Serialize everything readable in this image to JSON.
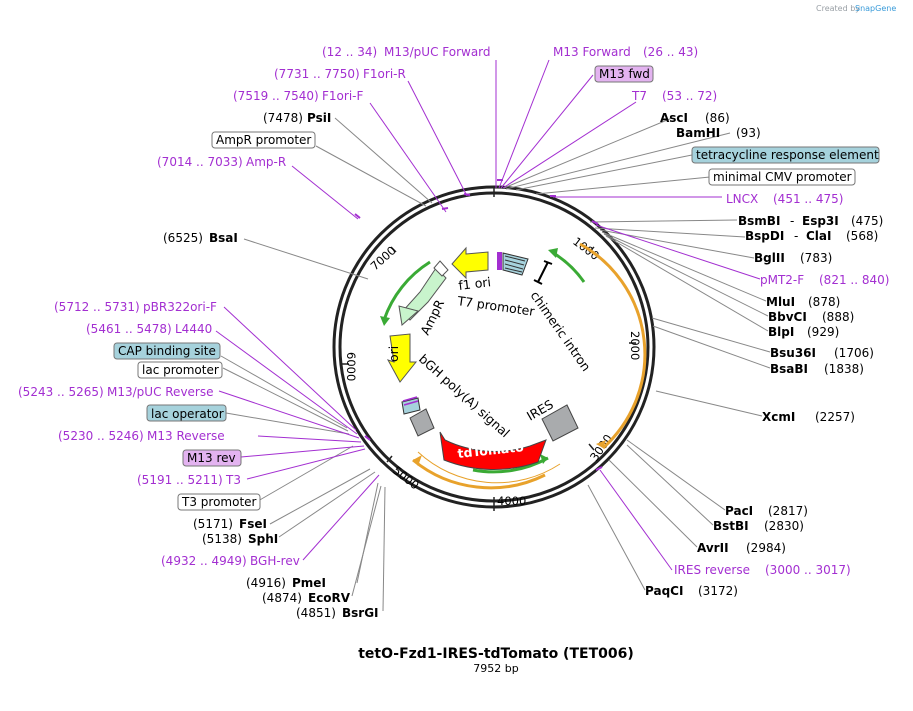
{
  "credit": {
    "prefix": "Created by",
    "brand": "SnapGene"
  },
  "title": "tetO-Fzd1-IRES-tdTomato (TET006)",
  "subtitle": "7952 bp",
  "ring_ticks": [
    "1000",
    "2000",
    "3000",
    "4000",
    "5000",
    "6000",
    "7000"
  ],
  "colors": {
    "primer": "#a32fd1",
    "feature_box_blue": "#a6d2dc",
    "feature_box_purple": "#e3b3f0",
    "ampr": "#c8f4cc",
    "ori": "#ffff00",
    "tdtomato": "#ff0000",
    "orf_arc": "#e8a22c",
    "green_arc": "#3aaa35"
  },
  "map_features": {
    "f1_ori": "f1 ori",
    "t7_promoter": "T7 promoter",
    "chimeric_intron": "chimeric intron",
    "ampr": "AmpR",
    "ori": "ori",
    "bgh": "bGH poly(A) signal",
    "ires": "IRES",
    "tdtomato": "tdTomato"
  },
  "labels": [
    {
      "pos": "(12 .. 34)",
      "name": "M13/pUC Forward",
      "kind": "primer"
    },
    {
      "pos": "(7731 .. 7750)",
      "name": "F1ori-R",
      "kind": "primer"
    },
    {
      "pos": "(7519 .. 7540)",
      "name": "F1ori-F",
      "kind": "primer"
    },
    {
      "pos": "(7478)",
      "name": "PsiI",
      "kind": "enzyme"
    },
    {
      "pos": "",
      "name": "AmpR promoter",
      "kind": "box-white"
    },
    {
      "pos": "(7014 .. 7033)",
      "name": "Amp-R",
      "kind": "primer"
    },
    {
      "pos": "(6525)",
      "name": "BsaI",
      "kind": "enzyme"
    },
    {
      "pos": "(5712 .. 5731)",
      "name": "pBR322ori-F",
      "kind": "primer"
    },
    {
      "pos": "(5461 .. 5478)",
      "name": "L4440",
      "kind": "primer"
    },
    {
      "pos": "",
      "name": "CAP binding site",
      "kind": "box-blue"
    },
    {
      "pos": "",
      "name": "lac promoter",
      "kind": "box-white"
    },
    {
      "pos": "(5243 .. 5265)",
      "name": "M13/pUC Reverse",
      "kind": "primer"
    },
    {
      "pos": "",
      "name": "lac operator",
      "kind": "box-blue"
    },
    {
      "pos": "(5230 .. 5246)",
      "name": "M13 Reverse",
      "kind": "primer"
    },
    {
      "pos": "",
      "name": "M13 rev",
      "kind": "box-purple"
    },
    {
      "pos": "(5191 .. 5211)",
      "name": "T3",
      "kind": "primer"
    },
    {
      "pos": "",
      "name": "T3 promoter",
      "kind": "box-white"
    },
    {
      "pos": "(5171)",
      "name": "FseI",
      "kind": "enzyme"
    },
    {
      "pos": "(5138)",
      "name": "SphI",
      "kind": "enzyme"
    },
    {
      "pos": "(4932 .. 4949)",
      "name": "BGH-rev",
      "kind": "primer"
    },
    {
      "pos": "(4916)",
      "name": "PmeI",
      "kind": "enzyme"
    },
    {
      "pos": "(4874)",
      "name": "EcoRV",
      "kind": "enzyme"
    },
    {
      "pos": "(4851)",
      "name": "BsrGI",
      "kind": "enzyme"
    },
    {
      "pos": "(26 .. 43)",
      "name": "M13 Forward",
      "kind": "primer"
    },
    {
      "pos": "",
      "name": "M13 fwd",
      "kind": "box-purple"
    },
    {
      "pos": "(53 .. 72)",
      "name": "T7",
      "kind": "primer"
    },
    {
      "pos": "(86)",
      "name": "AscI",
      "kind": "enzyme"
    },
    {
      "pos": "(93)",
      "name": "BamHI",
      "kind": "enzyme"
    },
    {
      "pos": "",
      "name": "tetracycline response element",
      "kind": "box-blue"
    },
    {
      "pos": "",
      "name": "minimal CMV promoter",
      "kind": "box-white"
    },
    {
      "pos": "(451 .. 475)",
      "name": "LNCX",
      "kind": "primer"
    },
    {
      "pos": "(475)",
      "name": "BsmBI",
      "name2": "Esp3I",
      "kind": "enzyme"
    },
    {
      "pos": "(568)",
      "name": "BspDI",
      "name2": "ClaI",
      "kind": "enzyme"
    },
    {
      "pos": "(783)",
      "name": "BglII",
      "kind": "enzyme"
    },
    {
      "pos": "(821 .. 840)",
      "name": "pMT2-F",
      "kind": "primer"
    },
    {
      "pos": "(878)",
      "name": "MluI",
      "kind": "enzyme"
    },
    {
      "pos": "(888)",
      "name": "BbvCI",
      "kind": "enzyme"
    },
    {
      "pos": "(929)",
      "name": "BlpI",
      "kind": "enzyme"
    },
    {
      "pos": "(1706)",
      "name": "Bsu36I",
      "kind": "enzyme"
    },
    {
      "pos": "(1838)",
      "name": "BsaBI",
      "kind": "enzyme"
    },
    {
      "pos": "(2257)",
      "name": "XcmI",
      "kind": "enzyme"
    },
    {
      "pos": "(2817)",
      "name": "PacI",
      "kind": "enzyme"
    },
    {
      "pos": "(2830)",
      "name": "BstBI",
      "kind": "enzyme"
    },
    {
      "pos": "(2984)",
      "name": "AvrII",
      "kind": "enzyme"
    },
    {
      "pos": "(3000 .. 3017)",
      "name": "IRES reverse",
      "kind": "primer"
    },
    {
      "pos": "(3172)",
      "name": "PaqCI",
      "kind": "enzyme"
    }
  ]
}
